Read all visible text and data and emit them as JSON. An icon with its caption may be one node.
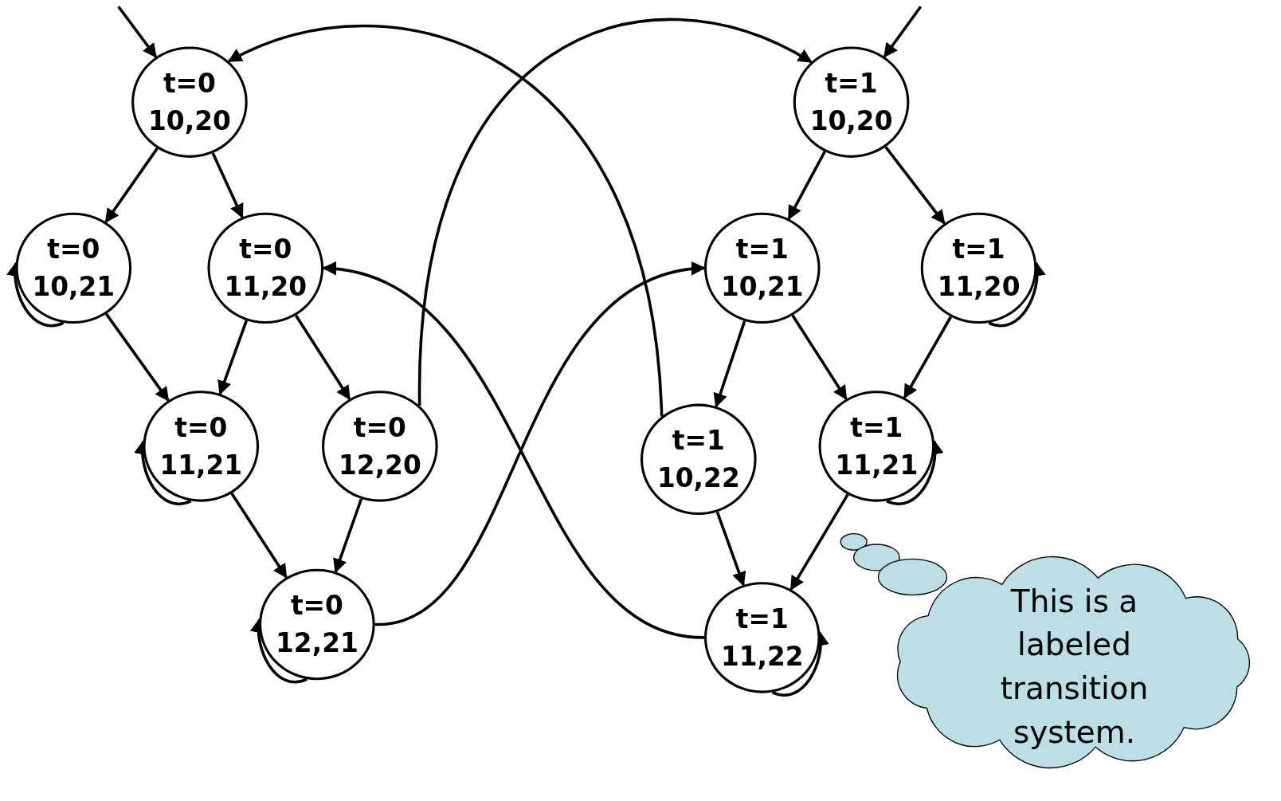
{
  "diagram": {
    "nodes": [
      {
        "text": [
          "t=0",
          "10,20"
        ]
      },
      {
        "text": [
          "t=0",
          "10,21"
        ]
      },
      {
        "text": [
          "t=0",
          "11,20"
        ]
      },
      {
        "text": [
          "t=0",
          "11,21"
        ]
      },
      {
        "text": [
          "t=0",
          "12,20"
        ]
      },
      {
        "text": [
          "t=0",
          "12,21"
        ]
      },
      {
        "text": [
          "t=1",
          "10,20"
        ]
      },
      {
        "text": [
          "t=1",
          "10,21"
        ]
      },
      {
        "text": [
          "t=1",
          "11,20"
        ]
      },
      {
        "text": [
          "t=1",
          "10,22"
        ]
      },
      {
        "text": [
          "t=1",
          "11,21"
        ]
      },
      {
        "text": [
          "t=1",
          "11,22"
        ]
      },
      {
        "text": [
          "This is a labeled transition system."
        ]
      }
    ],
    "edges": [
      {
        "from": null,
        "to": 0,
        "arrow": "to"
      },
      {
        "from": null,
        "to": 6,
        "arrow": "to"
      },
      {
        "from": 0,
        "to": 1,
        "arrow": "to"
      },
      {
        "from": 0,
        "to": 2,
        "arrow": "to"
      },
      {
        "from": 1,
        "to": 3,
        "arrow": "to"
      },
      {
        "from": 2,
        "to": 3,
        "arrow": "to"
      },
      {
        "from": 2,
        "to": 4,
        "arrow": "to"
      },
      {
        "from": 3,
        "to": 5,
        "arrow": "to"
      },
      {
        "from": 4,
        "to": 5,
        "arrow": "to"
      },
      {
        "from": 1,
        "to": 1,
        "arrow": "to"
      },
      {
        "from": 3,
        "to": 3,
        "arrow": "to"
      },
      {
        "from": 5,
        "to": 5,
        "arrow": "to"
      },
      {
        "from": 4,
        "to": 6,
        "arrow": "to"
      },
      {
        "from": 9,
        "to": 0,
        "arrow": "to"
      },
      {
        "from": 5,
        "to": 7,
        "arrow": "to"
      },
      {
        "from": 11,
        "to": 2,
        "arrow": "to"
      },
      {
        "from": 6,
        "to": 7,
        "arrow": "to"
      },
      {
        "from": 6,
        "to": 8,
        "arrow": "to"
      },
      {
        "from": 7,
        "to": 9,
        "arrow": "to"
      },
      {
        "from": 7,
        "to": 10,
        "arrow": "to"
      },
      {
        "from": 8,
        "to": 10,
        "arrow": "to"
      },
      {
        "from": 9,
        "to": 11,
        "arrow": "to"
      },
      {
        "from": 10,
        "to": 11,
        "arrow": "to"
      },
      {
        "from": 8,
        "to": 8,
        "arrow": "to"
      },
      {
        "from": 10,
        "to": 10,
        "arrow": "to"
      },
      {
        "from": 11,
        "to": 11,
        "arrow": "to"
      }
    ]
  }
}
